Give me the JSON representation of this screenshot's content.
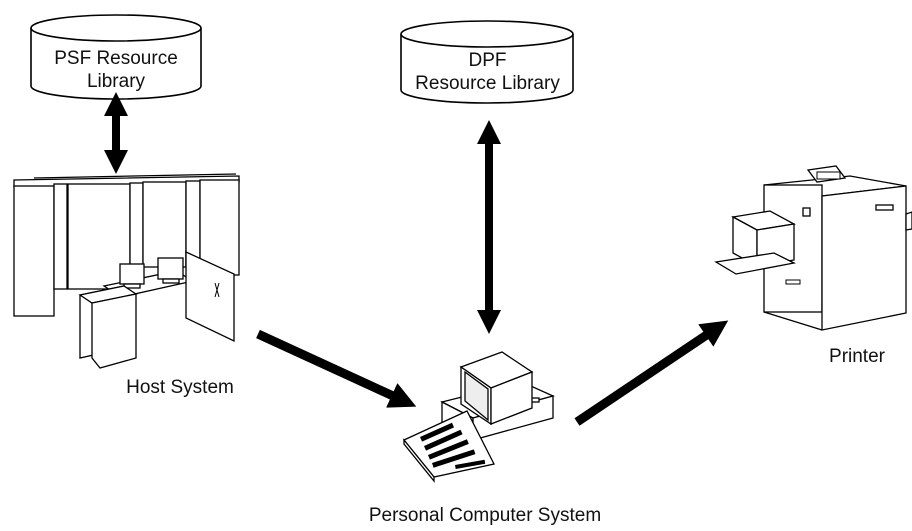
{
  "nodes": {
    "psf_library": {
      "line1": "PSF Resource",
      "line2": "Library"
    },
    "dpf_library": {
      "line1": "DPF",
      "line2": "Resource Library"
    },
    "host": {
      "label": "Host System"
    },
    "pc": {
      "label": "Personal Computer System"
    },
    "printer": {
      "label": "Printer"
    }
  },
  "edges": [
    {
      "from": "psf_library",
      "to": "host",
      "direction": "bidirectional"
    },
    {
      "from": "dpf_library",
      "to": "pc",
      "direction": "bidirectional"
    },
    {
      "from": "host",
      "to": "pc",
      "direction": "forward"
    },
    {
      "from": "pc",
      "to": "printer",
      "direction": "forward"
    }
  ],
  "colors": {
    "line": "#000000",
    "background": "#ffffff"
  }
}
